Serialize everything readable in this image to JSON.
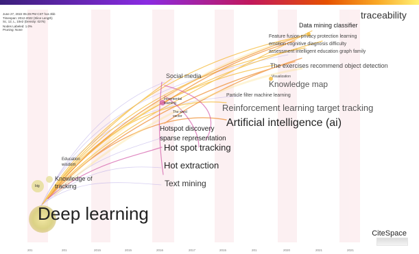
{
  "info": {
    "lines": [
      "June 27, 2022 05:29 PM CST hos 3bb",
      "Timespan: 2012-2022 (Slice Length)",
      "Sc, 12, L, 10e2 (Density: 0276)",
      "Nodes Labeled: 1.0%",
      "Pruning: None"
    ]
  },
  "brand": "CiteSpace",
  "top_title": "traceability",
  "keywords": {
    "data_mining_classifier": "Data mining classifier",
    "feature_fusion": "Feature fusion privacy protection learning",
    "emotion": "emotion cognitive diagnosis difficulty",
    "assessment": "assessment intelligent education graph family",
    "exercises": "The exercises recommend object detection",
    "visualization": "Visualization",
    "knowledge_map": "Knowledge map",
    "particle_filter": "Particle filter machine learning",
    "reinforcement": "Reinforcement learning target tracking",
    "ai": "Artificial intelligence (ai)",
    "social_media": "Social media",
    "incremental": "Incremental learning",
    "word_vector": "The word vector",
    "hotspot_discovery": "Hotspot discovery",
    "sparse": "sparse representation",
    "hot_spot_tracking": "Hot spot tracking",
    "hot_extraction": "Hot extraction",
    "text_mining": "Text mining",
    "education_wisdom": "Education wisdom",
    "knowledge_of_tracking": "Knowledge of tracking",
    "big": "big",
    "deep_learning": "Deep learning"
  },
  "years": [
    "201",
    "201",
    "2015",
    "2015",
    "2016",
    "2017",
    "2015",
    "201",
    "2020",
    "2021",
    "2021"
  ],
  "colors": {
    "gradient": [
      "#3a1f7a",
      "#8a2be2",
      "#c2185b",
      "#e65100",
      "#f9a825",
      "#fff176"
    ],
    "stripe": "#fbe4e8",
    "arc_warm": "#f5b935",
    "arc_orange": "#ee8a2a",
    "arc_pink": "#cf4aa0",
    "arc_violet": "#b5a7e6",
    "node_large": "#d8cf7a",
    "node_small": "#e6de9a"
  }
}
